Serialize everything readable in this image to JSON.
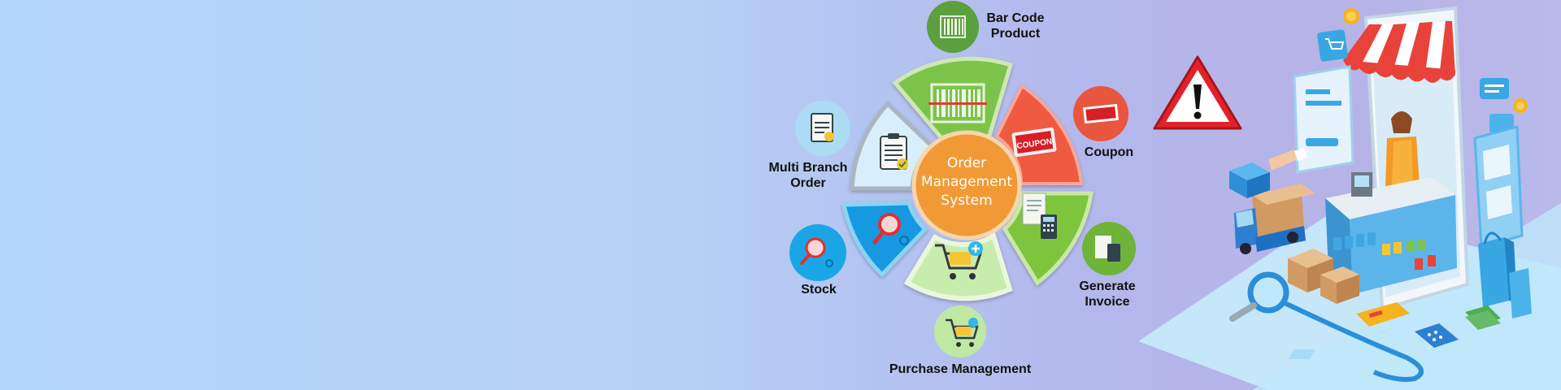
{
  "diagram": {
    "center": {
      "lines": [
        "Order",
        "Management",
        "System"
      ],
      "color": "#f19a35"
    },
    "modules": [
      {
        "id": "barcode",
        "lines": [
          "Bar Code",
          "Product"
        ],
        "icon": "barcode-icon",
        "color": "#5c9f3e"
      },
      {
        "id": "coupon",
        "lines": [
          "Coupon"
        ],
        "icon": "coupon-icon",
        "color": "#e8563f"
      },
      {
        "id": "invoice",
        "lines": [
          "Generate",
          "Invoice"
        ],
        "icon": "invoice-icon",
        "color": "#6fb33a"
      },
      {
        "id": "purchase",
        "lines": [
          "Purchase Management"
        ],
        "icon": "shopping-cart-icon",
        "color": "#bfe8a4"
      },
      {
        "id": "stock",
        "lines": [
          "Stock"
        ],
        "icon": "magnifier-icon",
        "color": "#1aa6e6"
      },
      {
        "id": "branch",
        "lines": [
          "Multi Branch",
          "Order"
        ],
        "icon": "clipboard-icon",
        "color": "#aedbf4"
      }
    ],
    "coupon_tag_text": "COUPON"
  },
  "decorations": {
    "warning": {
      "icon": "warning-icon",
      "color": "#e2222a"
    },
    "store_scene": {
      "icon": "online-store-illustration"
    }
  }
}
